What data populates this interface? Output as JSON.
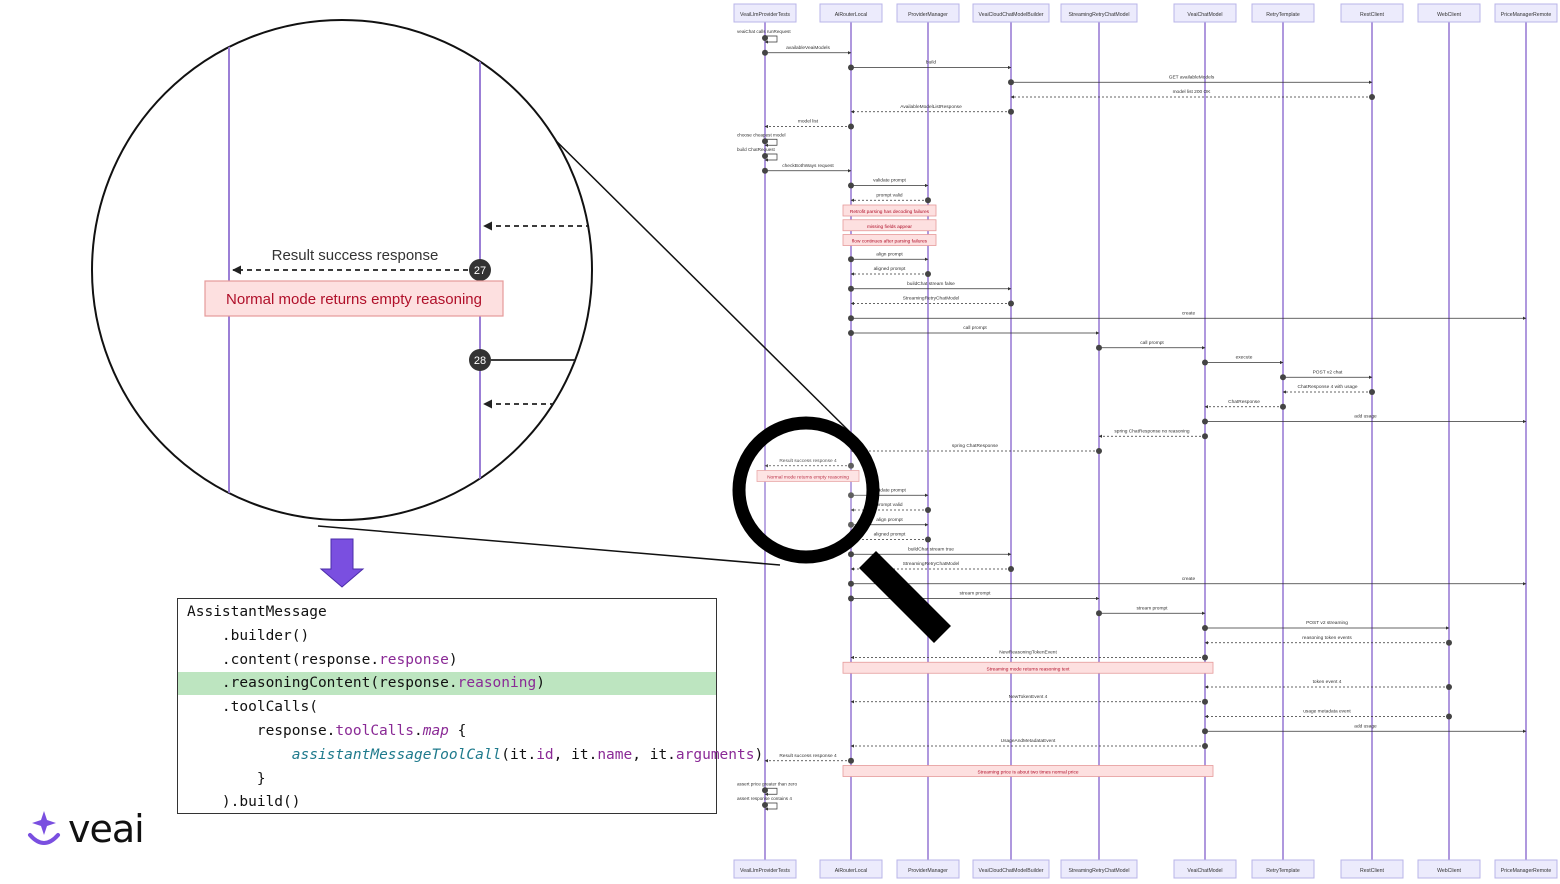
{
  "participants": [
    "VeaiLlmProviderTests",
    "AiRouterLocal",
    "ProviderManager",
    "VeaiCloudChatModelBuilder",
    "StreamingRetryChatModel",
    "VeaiChatModel",
    "RetryTemplate",
    "RestClient",
    "WebClient",
    "PriceManagerRemote"
  ],
  "messages": [
    {
      "from": 0,
      "to": 0,
      "label": "veaiChat calls runRequest",
      "dashed": false
    },
    {
      "from": 0,
      "to": 1,
      "label": "availableVeaiModels",
      "dashed": false
    },
    {
      "from": 1,
      "to": 3,
      "label": "build",
      "dashed": false
    },
    {
      "from": 3,
      "to": 7,
      "label": "GET availableModels",
      "dashed": false
    },
    {
      "from": 7,
      "to": 3,
      "label": "model list 200 OK",
      "dashed": true
    },
    {
      "from": 3,
      "to": 1,
      "label": "AvailableModelListResponse",
      "dashed": true
    },
    {
      "from": 1,
      "to": 0,
      "label": "model list",
      "dashed": true
    },
    {
      "from": 0,
      "to": 0,
      "label": "choose cheapest model",
      "dashed": false
    },
    {
      "from": 0,
      "to": 0,
      "label": "build ChatRequest",
      "dashed": false
    },
    {
      "from": 0,
      "to": 1,
      "label": "checkBothWays request",
      "dashed": false
    },
    {
      "from": 1,
      "to": 2,
      "label": "validate prompt",
      "dashed": false
    },
    {
      "from": 2,
      "to": 1,
      "label": "prompt valid",
      "dashed": true
    },
    {
      "note": "Retrofit parsing has decoding failures",
      "from": 1,
      "to": 2
    },
    {
      "note": "missing fields appear",
      "from": 1,
      "to": 2
    },
    {
      "note": "flow continues after parsing failures",
      "from": 1,
      "to": 2
    },
    {
      "from": 1,
      "to": 2,
      "label": "align prompt",
      "dashed": false
    },
    {
      "from": 2,
      "to": 1,
      "label": "aligned prompt",
      "dashed": true
    },
    {
      "from": 1,
      "to": 3,
      "label": "buildChat stream false",
      "dashed": false
    },
    {
      "from": 3,
      "to": 1,
      "label": "StreamingRetryChatModel",
      "dashed": true
    },
    {
      "from": 1,
      "to": 9,
      "label": "create",
      "dashed": false
    },
    {
      "from": 1,
      "to": 4,
      "label": "call prompt",
      "dashed": false
    },
    {
      "from": 4,
      "to": 5,
      "label": "call prompt",
      "dashed": false
    },
    {
      "from": 5,
      "to": 6,
      "label": "execute",
      "dashed": false
    },
    {
      "from": 6,
      "to": 7,
      "label": "POST v2 chat",
      "dashed": false
    },
    {
      "from": 7,
      "to": 6,
      "label": "ChatResponse 4 with usage",
      "dashed": true
    },
    {
      "from": 6,
      "to": 5,
      "label": "ChatResponse",
      "dashed": true
    },
    {
      "from": 5,
      "to": 9,
      "label": "add usage",
      "dashed": false
    },
    {
      "from": 5,
      "to": 4,
      "label": "spring ChatResponse no reasoning",
      "dashed": true
    },
    {
      "from": 4,
      "to": 1,
      "label": "spring ChatResponse",
      "dashed": true
    },
    {
      "from": 1,
      "to": 0,
      "label": "Result success response 4",
      "dashed": true
    },
    {
      "note": "Normal mode returns empty reasoning",
      "from": 0,
      "to": 1
    },
    {
      "from": 1,
      "to": 2,
      "label": "validate prompt",
      "dashed": false
    },
    {
      "from": 2,
      "to": 1,
      "label": "prompt valid",
      "dashed": true
    },
    {
      "from": 1,
      "to": 2,
      "label": "align prompt",
      "dashed": false
    },
    {
      "from": 2,
      "to": 1,
      "label": "aligned prompt",
      "dashed": true
    },
    {
      "from": 1,
      "to": 3,
      "label": "buildChat stream true",
      "dashed": false
    },
    {
      "from": 3,
      "to": 1,
      "label": "StreamingRetryChatModel",
      "dashed": true
    },
    {
      "from": 1,
      "to": 9,
      "label": "create",
      "dashed": false
    },
    {
      "from": 1,
      "to": 4,
      "label": "stream prompt",
      "dashed": false
    },
    {
      "from": 4,
      "to": 5,
      "label": "stream prompt",
      "dashed": false
    },
    {
      "from": 5,
      "to": 8,
      "label": "POST v2 streaming",
      "dashed": false
    },
    {
      "from": 8,
      "to": 5,
      "label": "reasoning token events",
      "dashed": true
    },
    {
      "from": 5,
      "to": 1,
      "label": "NewReasoningTokenEvent",
      "dashed": true
    },
    {
      "note": "Streaming mode returns reasoning text",
      "from": 1,
      "to": 5
    },
    {
      "from": 8,
      "to": 5,
      "label": "token event 4",
      "dashed": true
    },
    {
      "from": 5,
      "to": 1,
      "label": "NewTokenEvent 4",
      "dashed": true
    },
    {
      "from": 8,
      "to": 5,
      "label": "usage metadata event",
      "dashed": true
    },
    {
      "from": 5,
      "to": 9,
      "label": "add usage",
      "dashed": false
    },
    {
      "from": 5,
      "to": 1,
      "label": "UsageAndMetadataEvent",
      "dashed": true
    },
    {
      "from": 1,
      "to": 0,
      "label": "Result success response 4",
      "dashed": true
    },
    {
      "note": "Streaming price is about two times normal price",
      "from": 1,
      "to": 5
    },
    {
      "from": 0,
      "to": 0,
      "label": "assert price greater than zero",
      "dashed": false
    },
    {
      "from": 0,
      "to": 0,
      "label": "assert response contains 4",
      "dashed": false
    }
  ],
  "zoom": {
    "message_label": "Result success response",
    "badge_a": "27",
    "badge_b": "28",
    "note": "Normal mode returns empty reasoning"
  },
  "code": [
    [
      {
        "t": "AssistantMessage"
      }
    ],
    [
      {
        "t": "    .builder()"
      }
    ],
    [
      {
        "t": "    .content(response."
      },
      {
        "t": "response",
        "c": "hlp"
      },
      {
        "t": ")"
      }
    ],
    [
      {
        "t": "    .reasoningContent(response."
      },
      {
        "t": "reasoning",
        "c": "hlp"
      },
      {
        "t": ")"
      }
    ],
    [
      {
        "t": "    .toolCalls("
      }
    ],
    [
      {
        "t": "        response."
      },
      {
        "t": "toolCalls",
        "c": "hlp"
      },
      {
        "t": "."
      },
      {
        "t": "map",
        "c": "it"
      },
      {
        "t": " {"
      }
    ],
    [
      {
        "t": "            "
      },
      {
        "t": "assistantMessageToolCall",
        "c": "fn"
      },
      {
        "t": "(it."
      },
      {
        "t": "id",
        "c": "hlp"
      },
      {
        "t": ", it."
      },
      {
        "t": "name",
        "c": "hlp"
      },
      {
        "t": ", it."
      },
      {
        "t": "arguments",
        "c": "hlp"
      },
      {
        "t": ")"
      }
    ],
    [
      {
        "t": "        }"
      }
    ],
    [
      {
        "t": "    ).build()"
      }
    ]
  ],
  "code_highlight_line": 3,
  "logo": {
    "text": "veai"
  },
  "colors": {
    "lifeline": "#9b7fd6",
    "participant_fill": "#ecebfc",
    "participant_border": "#b9b4e8",
    "note_fill": "#fde0e0",
    "note_border": "#e59a9a",
    "note_text": "#b0102a",
    "arrow_down": "#7a4fe0",
    "highlight": "#bde5c0",
    "logo_accent": "#7a4fe0"
  }
}
